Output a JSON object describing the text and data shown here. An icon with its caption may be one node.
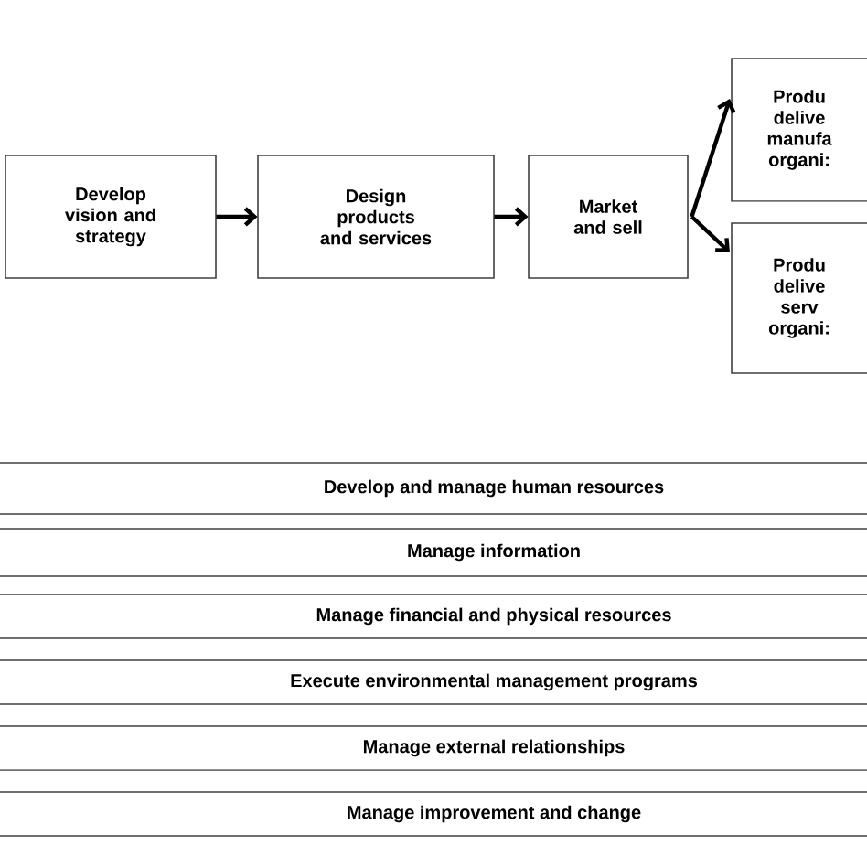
{
  "diagram": {
    "nodes": [
      {
        "text": [
          "Develop vision and strategy"
        ]
      },
      {
        "text": [
          "Design products and services"
        ]
      },
      {
        "text": [
          "Market and sell"
        ]
      },
      {
        "text": [
          "Produ delive manufa organi:"
        ]
      },
      {
        "text": [
          "Produ delive serv organi:"
        ]
      },
      {
        "text": [
          "Develop and manage human resources"
        ]
      },
      {
        "text": [
          "Manage information"
        ]
      },
      {
        "text": [
          "Manage financial and physical resources"
        ]
      },
      {
        "text": [
          "Execute environmental management programs"
        ]
      },
      {
        "text": [
          "Manage external relationships"
        ]
      },
      {
        "text": [
          "Manage improvement and change"
        ]
      }
    ],
    "edges": [
      {
        "from": 0,
        "to": 1,
        "arrow": "to"
      },
      {
        "from": 1,
        "to": 2,
        "arrow": "to"
      },
      {
        "from": 2,
        "to": 3,
        "arrow": "to"
      },
      {
        "from": 2,
        "to": 4,
        "arrow": "to"
      }
    ]
  }
}
